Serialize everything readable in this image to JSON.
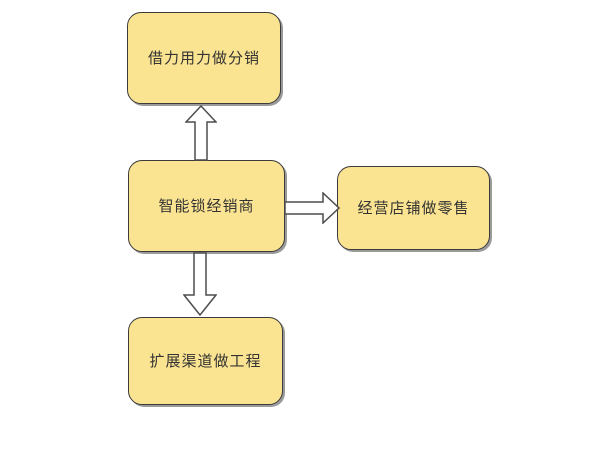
{
  "diagram": {
    "type": "flowchart",
    "colors": {
      "background": "#FFFFFF",
      "node_fill": "#FBE491",
      "node_border": "#3B3B3B",
      "node_shadow": "#9A9A9A",
      "text": "#333333",
      "arrow_fill": "#FFFFFF",
      "arrow_outline": "#4D4D4D"
    },
    "nodes": [
      {
        "id": "distribution",
        "label": "借力用力做分销",
        "position": "top"
      },
      {
        "id": "dealer",
        "label": "智能锁经销商",
        "position": "center"
      },
      {
        "id": "retail",
        "label": "经营店铺做零售",
        "position": "right"
      },
      {
        "id": "engineering",
        "label": "扩展渠道做工程",
        "position": "bottom"
      }
    ],
    "connectors": [
      {
        "from": "dealer",
        "to": "distribution",
        "direction": "up",
        "style": "hollow-block-arrow"
      },
      {
        "from": "dealer",
        "to": "retail",
        "direction": "right",
        "style": "hollow-block-arrow"
      },
      {
        "from": "dealer",
        "to": "engineering",
        "direction": "down",
        "style": "hollow-block-arrow"
      }
    ]
  }
}
